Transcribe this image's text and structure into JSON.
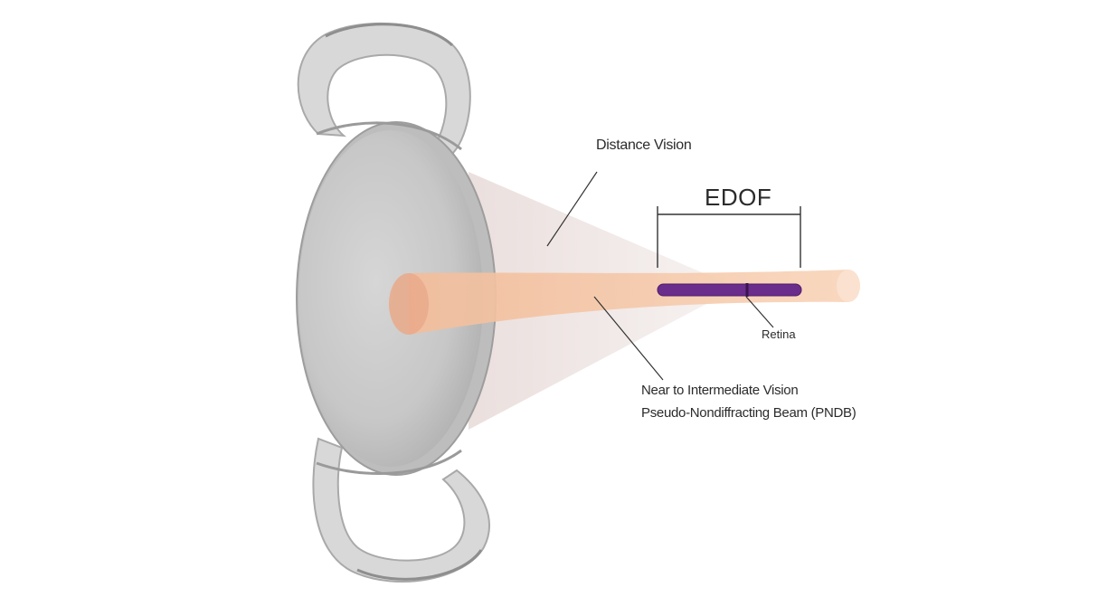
{
  "labels": {
    "distance_vision": "Distance Vision",
    "edof": "EDOF",
    "retina": "Retina",
    "near_to_intermediate": "Near to Intermediate Vision",
    "pndb": "Pseudo-Nondiffracting Beam (PNDB)"
  },
  "colors": {
    "lens_body": "#cbcbcb",
    "haptic": "#d9d9d9",
    "beam": "#f5c4a4",
    "distance_cone": "#ede4e2",
    "retina": "#6a2d8c",
    "line": "#333333"
  },
  "icons": {
    "lens": "intraocular-lens",
    "beam": "light-beam",
    "retina": "retina-bar"
  }
}
